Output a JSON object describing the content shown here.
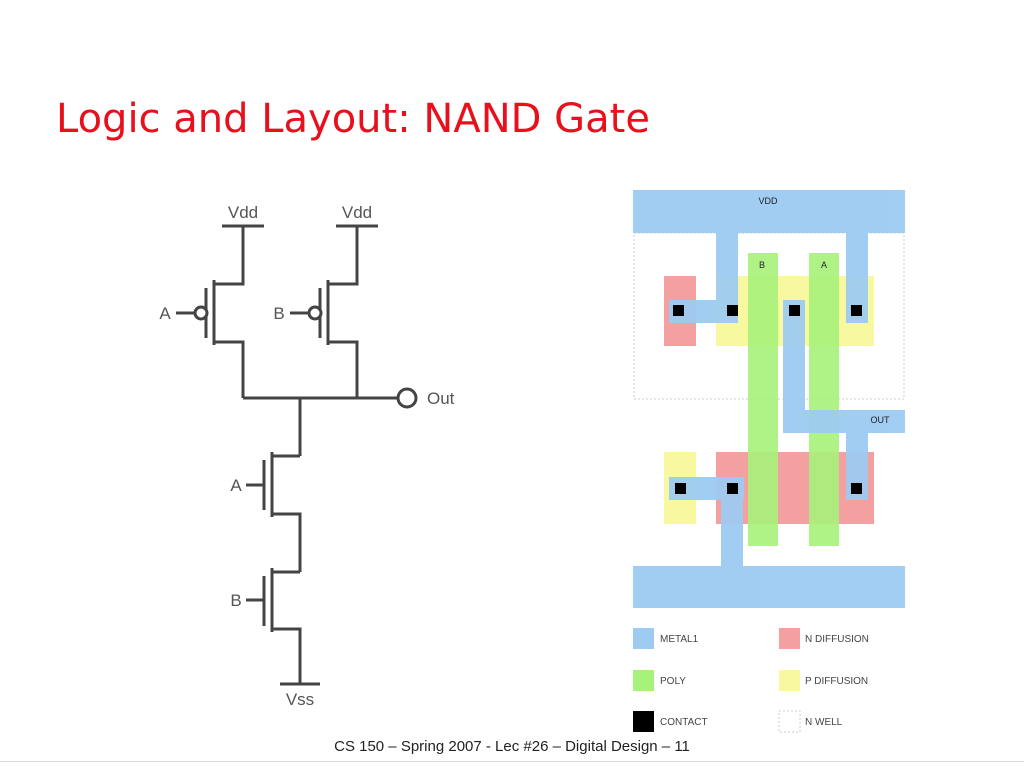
{
  "slide": {
    "title": "Logic and Layout: NAND Gate",
    "footer": "CS 150 – Spring 2007 - Lec #26 – Digital Design  – 11"
  },
  "schematic": {
    "vdd_left": "Vdd",
    "vdd_right": "Vdd",
    "pmos_left_input": "A",
    "pmos_right_input": "B",
    "output": "Out",
    "nmos_top_input": "A",
    "nmos_bottom_input": "B",
    "ground": "Vss"
  },
  "layout": {
    "vdd_label": "VDD",
    "out_label": "OUT",
    "poly_b_label": "B",
    "poly_a_label": "A",
    "colors": {
      "metal1": "#9ecbf2",
      "poly": "#a6f27a",
      "n_diffusion": "#f4a0a0",
      "p_diffusion": "#f8f8a0",
      "contact": "#000000",
      "nwell": "#cccccc"
    }
  },
  "legend": {
    "metal1": "METAL1",
    "n_diffusion": "N DIFFUSION",
    "poly": "POLY",
    "p_diffusion": "P DIFFUSION",
    "contact": "CONTACT",
    "nwell": "N WELL"
  }
}
